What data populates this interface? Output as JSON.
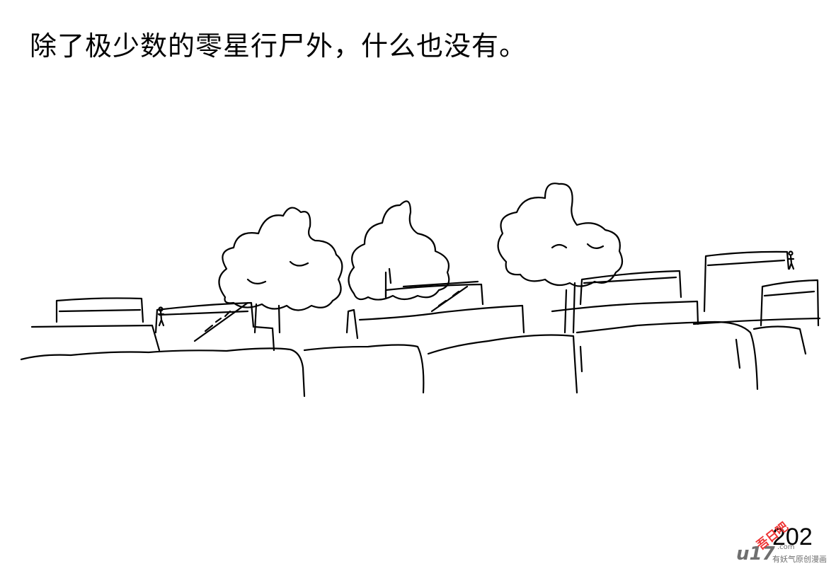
{
  "caption": "除了极少数的零星行尸外，什么也没有。",
  "page_number": "202",
  "watermark": {
    "logo": "u17",
    "logo_suffix": ".com",
    "tagline": "有妖气原创漫画",
    "stamp": "吾日吧"
  },
  "colors": {
    "ink": "#000000",
    "paper": "#ffffff",
    "watermark": "#6f6f6f",
    "stamp": "#ee3333"
  }
}
